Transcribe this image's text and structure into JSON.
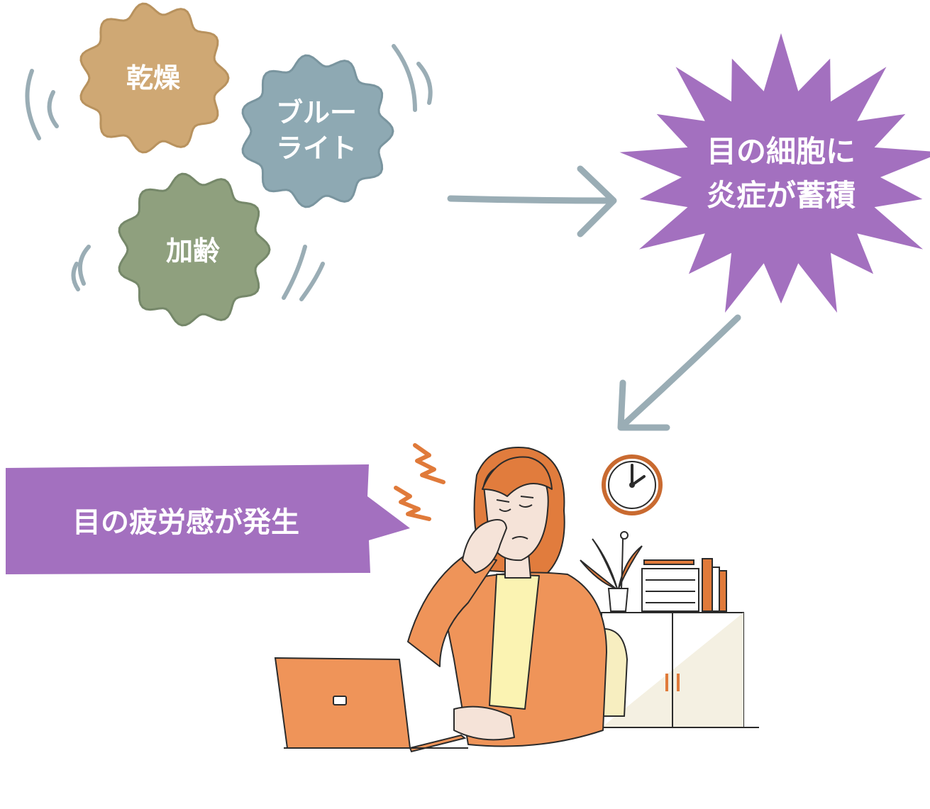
{
  "causes": {
    "dryness": {
      "label": "乾燥",
      "color": "#cfa874",
      "edge": "#b8925e"
    },
    "blue_light": {
      "line1": "ブルー",
      "line2": "ライト",
      "color": "#8ea9b3",
      "edge": "#7a959f"
    },
    "aging": {
      "label": "加齢",
      "color": "#8fa07e",
      "edge": "#76886a"
    }
  },
  "inflammation": {
    "line1": "目の細胞に",
    "line2": "炎症が蓄積",
    "color": "#a370bf"
  },
  "result": {
    "label": "目の疲労感が発生",
    "color": "#a370bf"
  },
  "colors": {
    "arrow": "#9aadb5",
    "skin": "#f5e3d8",
    "hair": "#e17c3d",
    "jacket": "#ef9459",
    "shirt": "#fbf3b2",
    "outline": "#2b2b2b",
    "furniture": "#ffffff",
    "furniture_shade": "#f4f0e2",
    "accent": "#e07a3a"
  }
}
